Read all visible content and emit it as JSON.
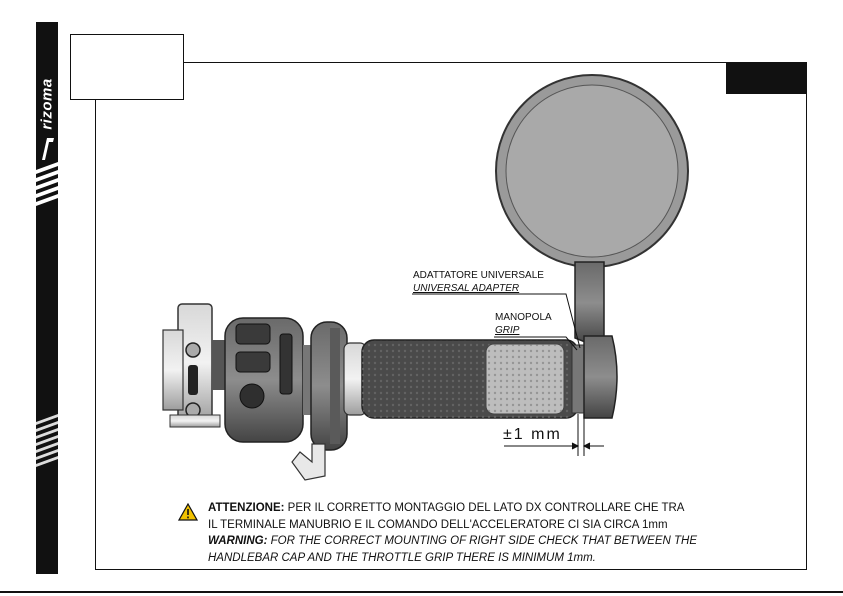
{
  "brand": {
    "name": "rizoma"
  },
  "callouts": {
    "adapter_it": "ADATTATORE UNIVERSALE",
    "adapter_en": "UNIVERSAL ADAPTER",
    "grip_it": "MANOPOLA",
    "grip_en": "GRIP"
  },
  "dimension": {
    "label": "±1 mm"
  },
  "warning": {
    "it_heading": "ATTENZIONE:",
    "it_line1": "PER IL CORRETTO MONTAGGIO DEL LATO DX CONTROLLARE CHE TRA",
    "it_line2": "IL TERMINALE MANUBRIO E IL COMANDO DELL'ACCELERATORE CI SIA CIRCA 1mm",
    "en_heading": "WARNING:",
    "en_line1": "FOR THE CORRECT MOUNTING OF RIGHT SIDE CHECK THAT BETWEEN THE",
    "en_line2": "HANDLEBAR CAP AND THE THROTTLE GRIP THERE IS MINIMUM 1mm."
  },
  "colors": {
    "sidebar": "#111111",
    "warning_icon": "#f2c200",
    "mirror": "#9a9a9a"
  }
}
